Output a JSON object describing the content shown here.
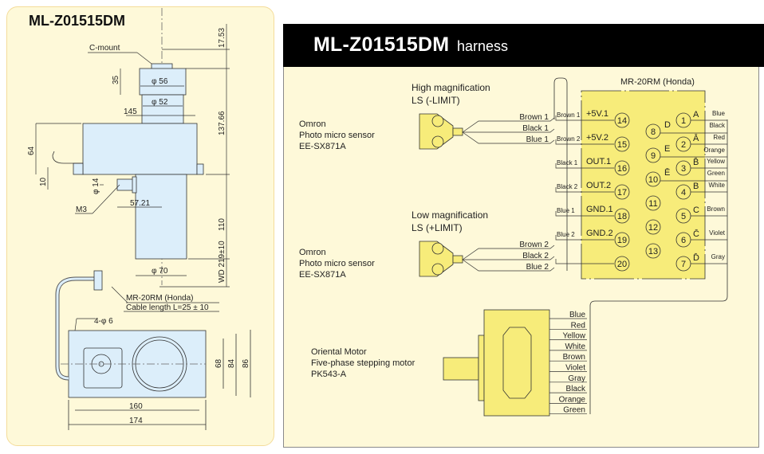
{
  "left_panel": {
    "title": "ML-Z01515DM",
    "labels": {
      "c_mount": "C-mount",
      "d56": "φ 56",
      "d52": "φ 52",
      "w145": "145",
      "h35": "35",
      "h64": "64",
      "h10": "10",
      "d14": "φ 14",
      "m3": "M3",
      "w5721": "57.21",
      "v1753": "17.53",
      "v13766": "137.66",
      "v110": "110",
      "wd": "WD 219±10",
      "d70": "φ 70",
      "connector": "MR-20RM (Honda)",
      "cable": "Cable length L=25 ± 10",
      "holes": "4-φ 6",
      "w160": "160",
      "w174": "174",
      "h68": "68",
      "h84": "84",
      "h86": "86"
    }
  },
  "right_panel": {
    "title": "ML-Z01515DM",
    "subtitle": "harness",
    "sensor_high": {
      "heading1": "High magnification",
      "heading2": "LS (-LIMIT)",
      "maker": "Omron",
      "type": "Photo micro sensor",
      "model": "EE-SX871A",
      "wires": [
        "Brown 1",
        "Black 1",
        "Blue 1"
      ]
    },
    "sensor_low": {
      "heading1": "Low magnification",
      "heading2": "LS (+LIMIT)",
      "maker": "Omron",
      "type": "Photo micro sensor",
      "model": "EE-SX871A",
      "wires": [
        "Brown 2",
        "Black 2",
        "Blue 2"
      ]
    },
    "connector": {
      "title": "MR-20RM (Honda)",
      "left_pins": [
        {
          "wire": "Brown 1",
          "signal": "+5V.1",
          "pin": "14"
        },
        {
          "wire": "Brown 2",
          "signal": "+5V.2",
          "pin": "15"
        },
        {
          "wire": "Black 1",
          "signal": "OUT.1",
          "pin": "16"
        },
        {
          "wire": "Black 2",
          "signal": "OUT.2",
          "pin": "17"
        },
        {
          "wire": "Blue 1",
          "signal": "GND.1",
          "pin": "18"
        },
        {
          "wire": "Blue 2",
          "signal": "GND.2",
          "pin": "19"
        },
        {
          "wire": "",
          "signal": "",
          "pin": "20"
        }
      ],
      "middle_pins": [
        {
          "pin": "8",
          "signal": "D"
        },
        {
          "pin": "9",
          "signal": "E"
        },
        {
          "pin": "10",
          "signal": "Ē"
        },
        {
          "pin": "11",
          "signal": ""
        },
        {
          "pin": "12",
          "signal": ""
        },
        {
          "pin": "13",
          "signal": ""
        }
      ],
      "right_pins": [
        {
          "pin": "1",
          "signal": "A",
          "wire": "Blue"
        },
        {
          "pin": "2",
          "signal": "Ā",
          "wire": "Red"
        },
        {
          "pin": "3",
          "signal": "B̄",
          "wire": "Yellow"
        },
        {
          "pin": "4",
          "signal": "B",
          "wire": "White"
        },
        {
          "pin": "5",
          "signal": "C",
          "wire": "Brown"
        },
        {
          "pin": "6",
          "signal": "C̄",
          "wire": "Violet"
        },
        {
          "pin": "7",
          "signal": "D̄",
          "wire": "Gray"
        }
      ],
      "extra_wires": [
        "Black",
        "Orange",
        "Green"
      ]
    },
    "motor": {
      "maker": "Oriental Motor",
      "type": "Five-phase stepping motor",
      "model": "PK543-A",
      "wires": [
        "Blue",
        "Red",
        "Yellow",
        "White",
        "Brown",
        "Violet",
        "Gray",
        "Black",
        "Orange",
        "Green"
      ]
    },
    "colors": {
      "header_bg": "#000000",
      "panel_bg": "#fef9d9",
      "component_fill": "#f7ec7a",
      "drawing_fill": "#dceefa"
    }
  }
}
